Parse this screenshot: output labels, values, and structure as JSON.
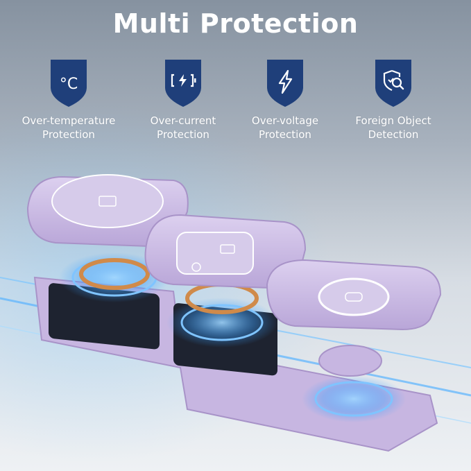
{
  "title": "Multi Protection",
  "features": [
    {
      "icon": "thermometer-celsius-icon",
      "symbol": "°C",
      "line1": "Over-temperature",
      "line2": "Protection"
    },
    {
      "icon": "battery-bolt-icon",
      "line1": "Over-current",
      "line2": "Protection"
    },
    {
      "icon": "lightning-bolt-icon",
      "line1": "Over-voltage",
      "line2": "Protection"
    },
    {
      "icon": "shield-search-icon",
      "line1": "Foreign Object",
      "line2": "Detection"
    }
  ],
  "colors": {
    "shield": "#1f3f7a",
    "device": "#c9b8e3",
    "glow": "#3aa0ff"
  }
}
